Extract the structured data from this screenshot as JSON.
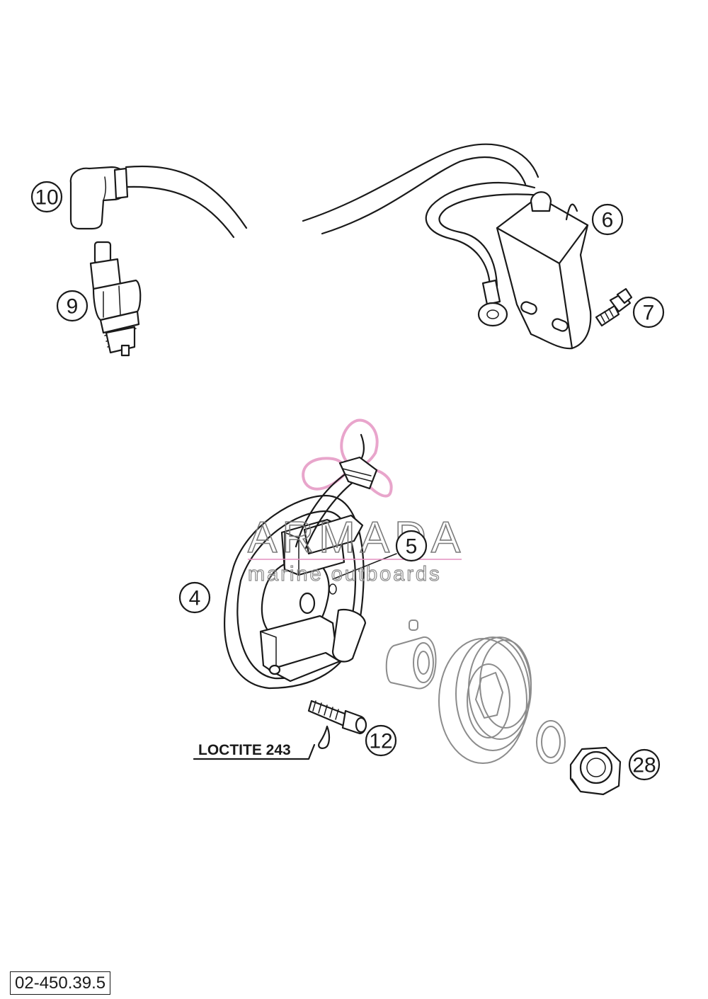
{
  "callouts": [
    "10",
    "9",
    "6",
    "7",
    "5",
    "4",
    "12",
    "28"
  ],
  "loctite_label": "LOCTITE 243",
  "watermark": {
    "title": "ARMADA",
    "subtitle": "marine outboards",
    "logo_color": "#e38fbf"
  },
  "drawing_code": "02-450.39.5"
}
